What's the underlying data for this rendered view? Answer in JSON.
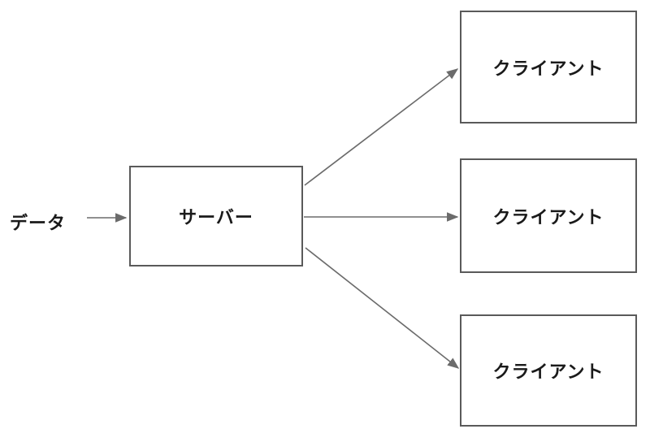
{
  "diagram": {
    "title": "server-client-fanout-diagram",
    "background_color": "#ffffff",
    "node_border_color": "#5a5a5a",
    "node_fill_color": "#ffffff",
    "arrow_color": "#6b6b6b",
    "text_color": "#1a1a1a",
    "data_label": "データ",
    "server": {
      "label": "サーバー"
    },
    "clients": [
      {
        "label": "クライアント"
      },
      {
        "label": "クライアント"
      },
      {
        "label": "クライアント"
      }
    ]
  }
}
